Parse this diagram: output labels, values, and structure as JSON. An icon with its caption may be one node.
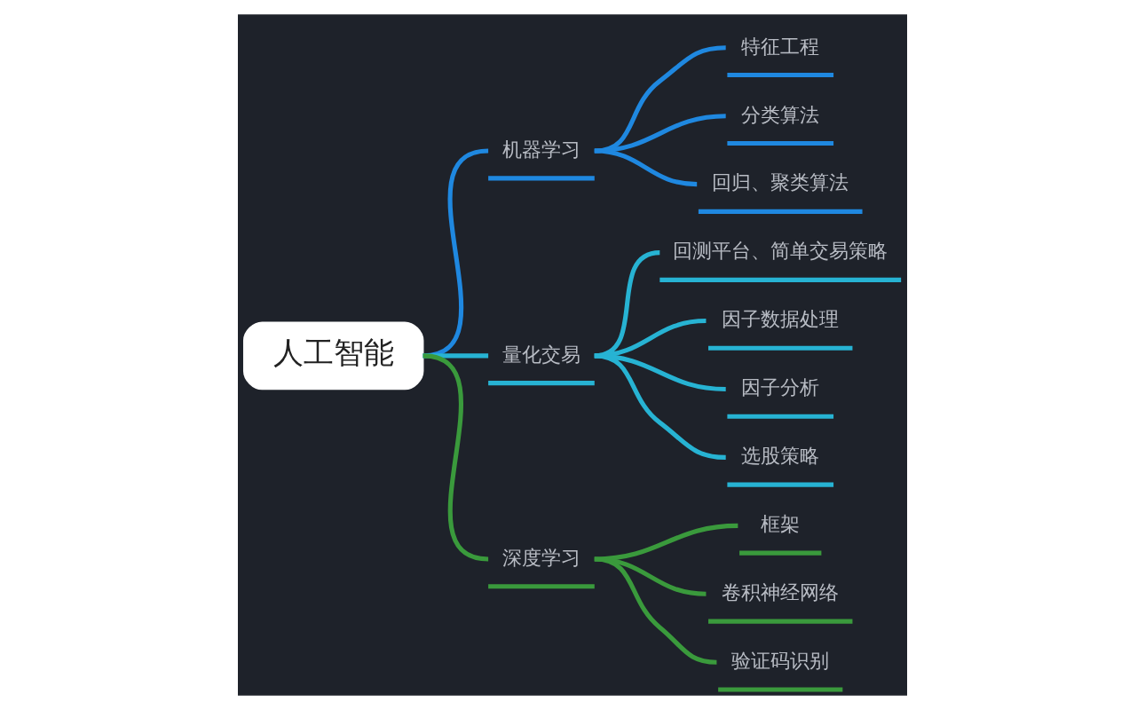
{
  "diagram": {
    "nodes": [
      {
        "text": [
          "人工智能"
        ]
      },
      {
        "text": [
          "机器学习"
        ]
      },
      {
        "text": [
          "特征工程"
        ]
      },
      {
        "text": [
          "分类算法"
        ]
      },
      {
        "text": [
          "回归、聚类算法"
        ]
      },
      {
        "text": [
          "量化交易"
        ]
      },
      {
        "text": [
          "回测平台、简单交易策略"
        ]
      },
      {
        "text": [
          "因子数据处理"
        ]
      },
      {
        "text": [
          "因子分析"
        ]
      },
      {
        "text": [
          "选股策略"
        ]
      },
      {
        "text": [
          "深度学习"
        ]
      },
      {
        "text": [
          "框架"
        ]
      },
      {
        "text": [
          "卷积神经网络"
        ]
      },
      {
        "text": [
          "验证码识别"
        ]
      }
    ],
    "edges": [
      {
        "from": 0,
        "to": 1,
        "arrow": "none",
        "color": "#1f88e0"
      },
      {
        "from": 1,
        "to": 2,
        "arrow": "none",
        "color": "#1f88e0"
      },
      {
        "from": 1,
        "to": 3,
        "arrow": "none",
        "color": "#1f88e0"
      },
      {
        "from": 1,
        "to": 4,
        "arrow": "none",
        "color": "#1f88e0"
      },
      {
        "from": 0,
        "to": 5,
        "arrow": "none",
        "color": "#27b3d3"
      },
      {
        "from": 5,
        "to": 6,
        "arrow": "none",
        "color": "#27b3d3"
      },
      {
        "from": 5,
        "to": 7,
        "arrow": "none",
        "color": "#27b3d3"
      },
      {
        "from": 5,
        "to": 8,
        "arrow": "none",
        "color": "#27b3d3"
      },
      {
        "from": 5,
        "to": 9,
        "arrow": "none",
        "color": "#27b3d3"
      },
      {
        "from": 0,
        "to": 10,
        "arrow": "none",
        "color": "#3a9a3c"
      },
      {
        "from": 10,
        "to": 11,
        "arrow": "none",
        "color": "#3a9a3c"
      },
      {
        "from": 10,
        "to": 12,
        "arrow": "none",
        "color": "#3a9a3c"
      },
      {
        "from": 10,
        "to": 13,
        "arrow": "none",
        "color": "#3a9a3c"
      }
    ]
  }
}
